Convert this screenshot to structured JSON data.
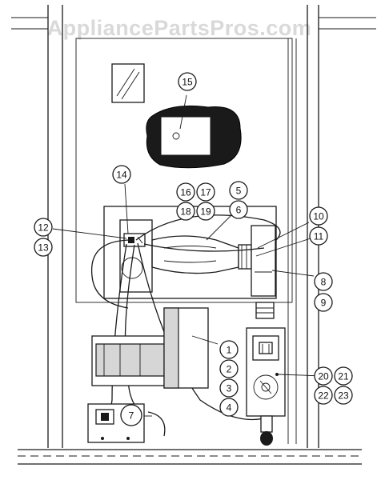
{
  "watermark": "AppliancePartsPros.com",
  "callouts": [
    {
      "id": "c1",
      "label": "1"
    },
    {
      "id": "c2",
      "label": "2"
    },
    {
      "id": "c3",
      "label": "3"
    },
    {
      "id": "c4",
      "label": "4"
    },
    {
      "id": "c5",
      "label": "5"
    },
    {
      "id": "c6",
      "label": "6"
    },
    {
      "id": "c7",
      "label": "7"
    },
    {
      "id": "c8",
      "label": "8"
    },
    {
      "id": "c9",
      "label": "9"
    },
    {
      "id": "c10",
      "label": "10"
    },
    {
      "id": "c11",
      "label": "11"
    },
    {
      "id": "c12",
      "label": "12"
    },
    {
      "id": "c13",
      "label": "13"
    },
    {
      "id": "c14",
      "label": "14"
    },
    {
      "id": "c15",
      "label": "15"
    },
    {
      "id": "c16",
      "label": "16"
    },
    {
      "id": "c17",
      "label": "17"
    },
    {
      "id": "c18",
      "label": "18"
    },
    {
      "id": "c19",
      "label": "19"
    },
    {
      "id": "c20",
      "label": "20"
    },
    {
      "id": "c21",
      "label": "21"
    },
    {
      "id": "c22",
      "label": "22"
    },
    {
      "id": "c23",
      "label": "23"
    }
  ]
}
